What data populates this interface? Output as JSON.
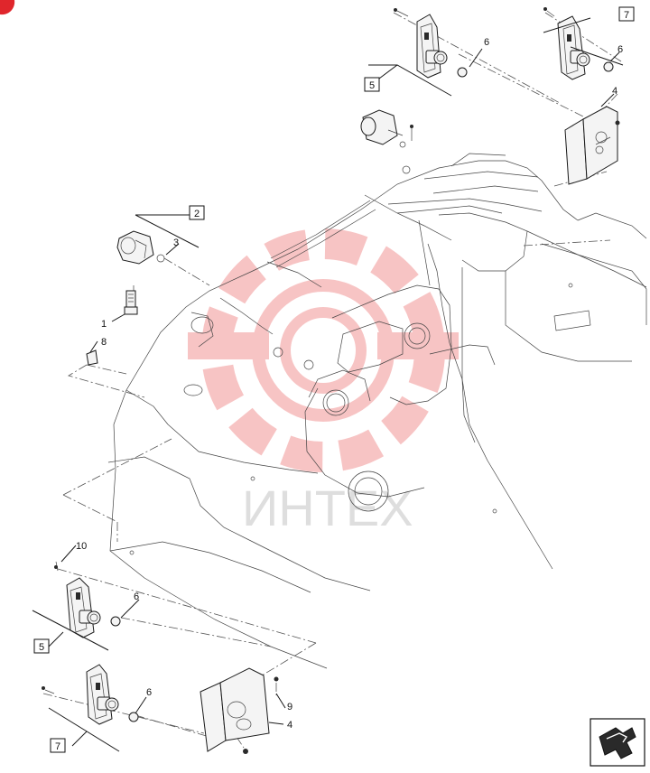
{
  "watermark": {
    "text": "ИНТЕХ",
    "color": "#e03b3b"
  },
  "callouts": {
    "c1": "1",
    "c2": "2",
    "c3": "3",
    "c4a": "4",
    "c4b": "4",
    "c5a": "5",
    "c5b": "5",
    "c6a": "6",
    "c6b": "6",
    "c6c": "6",
    "c6d": "6",
    "c7a": "7",
    "c7b": "7",
    "c8": "8",
    "c9": "9",
    "c10": "10"
  },
  "nav_icon": "next-page-arrow-icon",
  "corner_badge_color": "#e0262c"
}
